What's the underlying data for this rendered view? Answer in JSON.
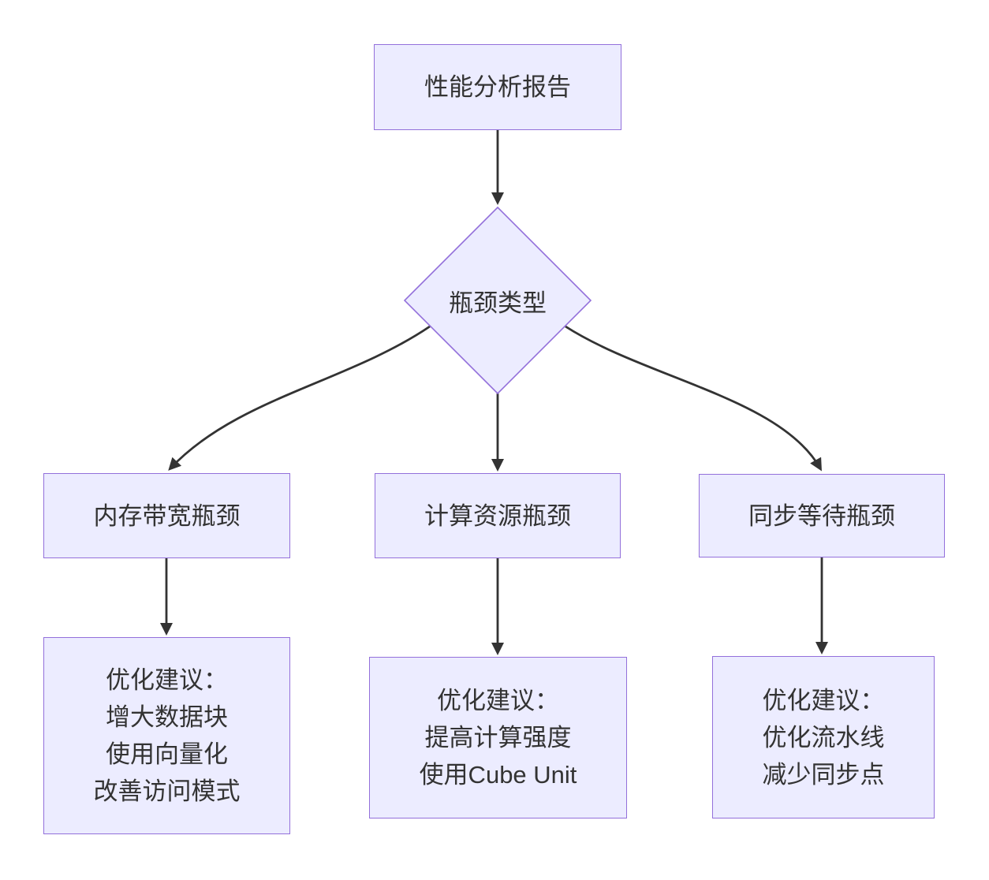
{
  "flowchart": {
    "colors": {
      "node_fill": "#ECECFF",
      "node_border": "#9370DB",
      "edge": "#333333",
      "text": "#333333",
      "background": "#FFFFFF"
    },
    "nodes": {
      "report": {
        "shape": "rect",
        "label": "性能分析报告"
      },
      "bottleneck_type": {
        "shape": "diamond",
        "label": "瓶颈类型"
      },
      "memory_bandwidth": {
        "shape": "rect",
        "label": "内存带宽瓶颈"
      },
      "compute_resource": {
        "shape": "rect",
        "label": "计算资源瓶颈"
      },
      "sync_wait": {
        "shape": "rect",
        "label": "同步等待瓶颈"
      },
      "memory_advice": {
        "shape": "rect",
        "lines": [
          "优化建议：",
          "增大数据块",
          "使用向量化",
          "改善访问模式"
        ]
      },
      "compute_advice": {
        "shape": "rect",
        "lines": [
          "优化建议：",
          "提高计算强度",
          "使用Cube Unit"
        ]
      },
      "sync_advice": {
        "shape": "rect",
        "lines": [
          "优化建议：",
          "优化流水线",
          "减少同步点"
        ]
      }
    },
    "edges": [
      {
        "from": "report",
        "to": "bottleneck_type"
      },
      {
        "from": "bottleneck_type",
        "to": "memory_bandwidth"
      },
      {
        "from": "bottleneck_type",
        "to": "compute_resource"
      },
      {
        "from": "bottleneck_type",
        "to": "sync_wait"
      },
      {
        "from": "memory_bandwidth",
        "to": "memory_advice"
      },
      {
        "from": "compute_resource",
        "to": "compute_advice"
      },
      {
        "from": "sync_wait",
        "to": "sync_advice"
      }
    ]
  }
}
